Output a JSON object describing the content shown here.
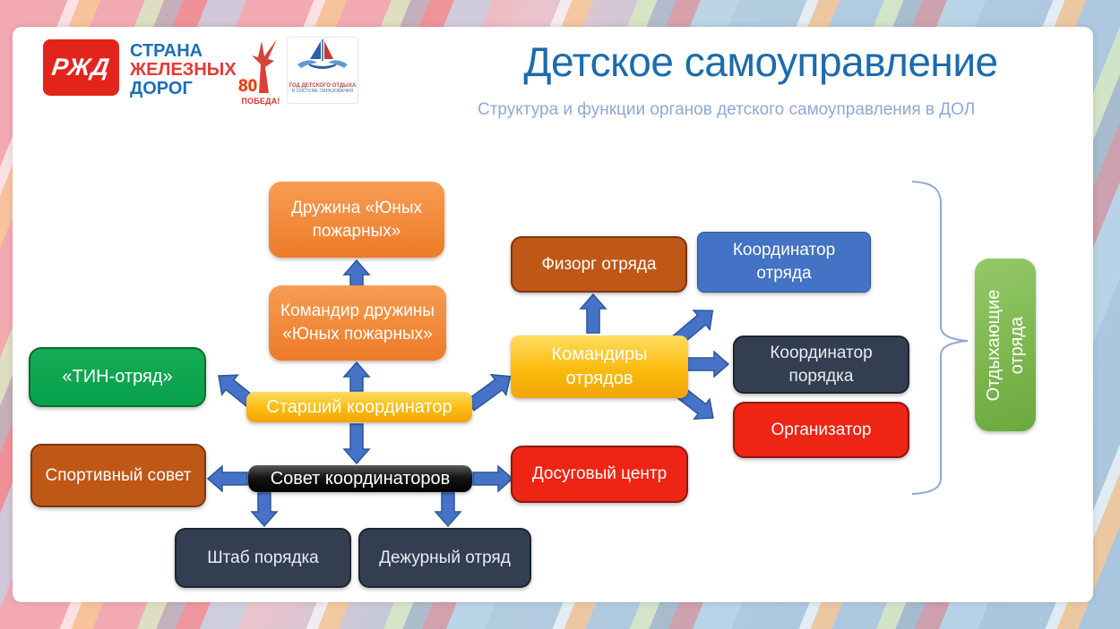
{
  "slide": {
    "title": "Детское самоуправление",
    "subtitle": "Структура и функции органов детского самоуправления в ДОЛ",
    "title_color": "#1C6BAE",
    "subtitle_color": "#8FA8D8"
  },
  "logos": {
    "rzd": {
      "monogram": "РЖД",
      "brand_lines": [
        "СТРАНА",
        "ЖЕЛЕЗНЫХ",
        "ДОРОГ"
      ]
    },
    "victory80": {
      "number": "80",
      "label": "ПОБЕДА!"
    },
    "camp_year": {
      "line1": "ГОД ДЕТСКОГО ОТДЫХА",
      "line2": "В СИСТЕМЕ ОБРАЗОВАНИЯ"
    }
  },
  "diagram": {
    "arrow_color": "#4673C8",
    "brace_color": "#8FA8D8",
    "nodes": [
      {
        "id": "druzhina-yunyh-pozharnyh",
        "label": "Дружина «Юных пожарных»",
        "color": "#ED7D31"
      },
      {
        "id": "komandir-druzhiny-yunyh-pozharnyh",
        "label": "Командир дружины «Юных пожарных»",
        "color": "#ED7D31"
      },
      {
        "id": "tin-otryad",
        "label": "«ТИН-отряд»",
        "color": "#0FA552"
      },
      {
        "id": "starshiy-koordinator",
        "label": "Старший координатор",
        "color": "#FBBB0E"
      },
      {
        "id": "sportivnyy-sovet",
        "label": "Спортивный совет",
        "color": "#BF5717"
      },
      {
        "id": "sovet-koordinatorov",
        "label": "Совет координаторов",
        "color": "#0D0D0D"
      },
      {
        "id": "shtab-poryadka",
        "label": "Штаб порядка",
        "color": "#333F50"
      },
      {
        "id": "dezhurnyy-otryad",
        "label": "Дежурный отряд",
        "color": "#333F50"
      },
      {
        "id": "fizorg-otryada",
        "label": "Физорг отряда",
        "color": "#BF5717"
      },
      {
        "id": "komandiry-otryadov",
        "label": "Командиры отрядов",
        "color": "#FBBB0E"
      },
      {
        "id": "koordinator-otryada",
        "label": "Координатор отряда",
        "color": "#4472C4"
      },
      {
        "id": "koordinator-poryadka",
        "label": "Координатор порядка",
        "color": "#333F50"
      },
      {
        "id": "organizator",
        "label": "Организатор",
        "color": "#EE2414"
      },
      {
        "id": "dosugovyy-centr",
        "label": "Досуговый центр",
        "color": "#EE2414"
      },
      {
        "id": "otdyhayushchie-otryada",
        "label": "Отдыхающие отряда",
        "color": "#70AD47"
      }
    ]
  }
}
